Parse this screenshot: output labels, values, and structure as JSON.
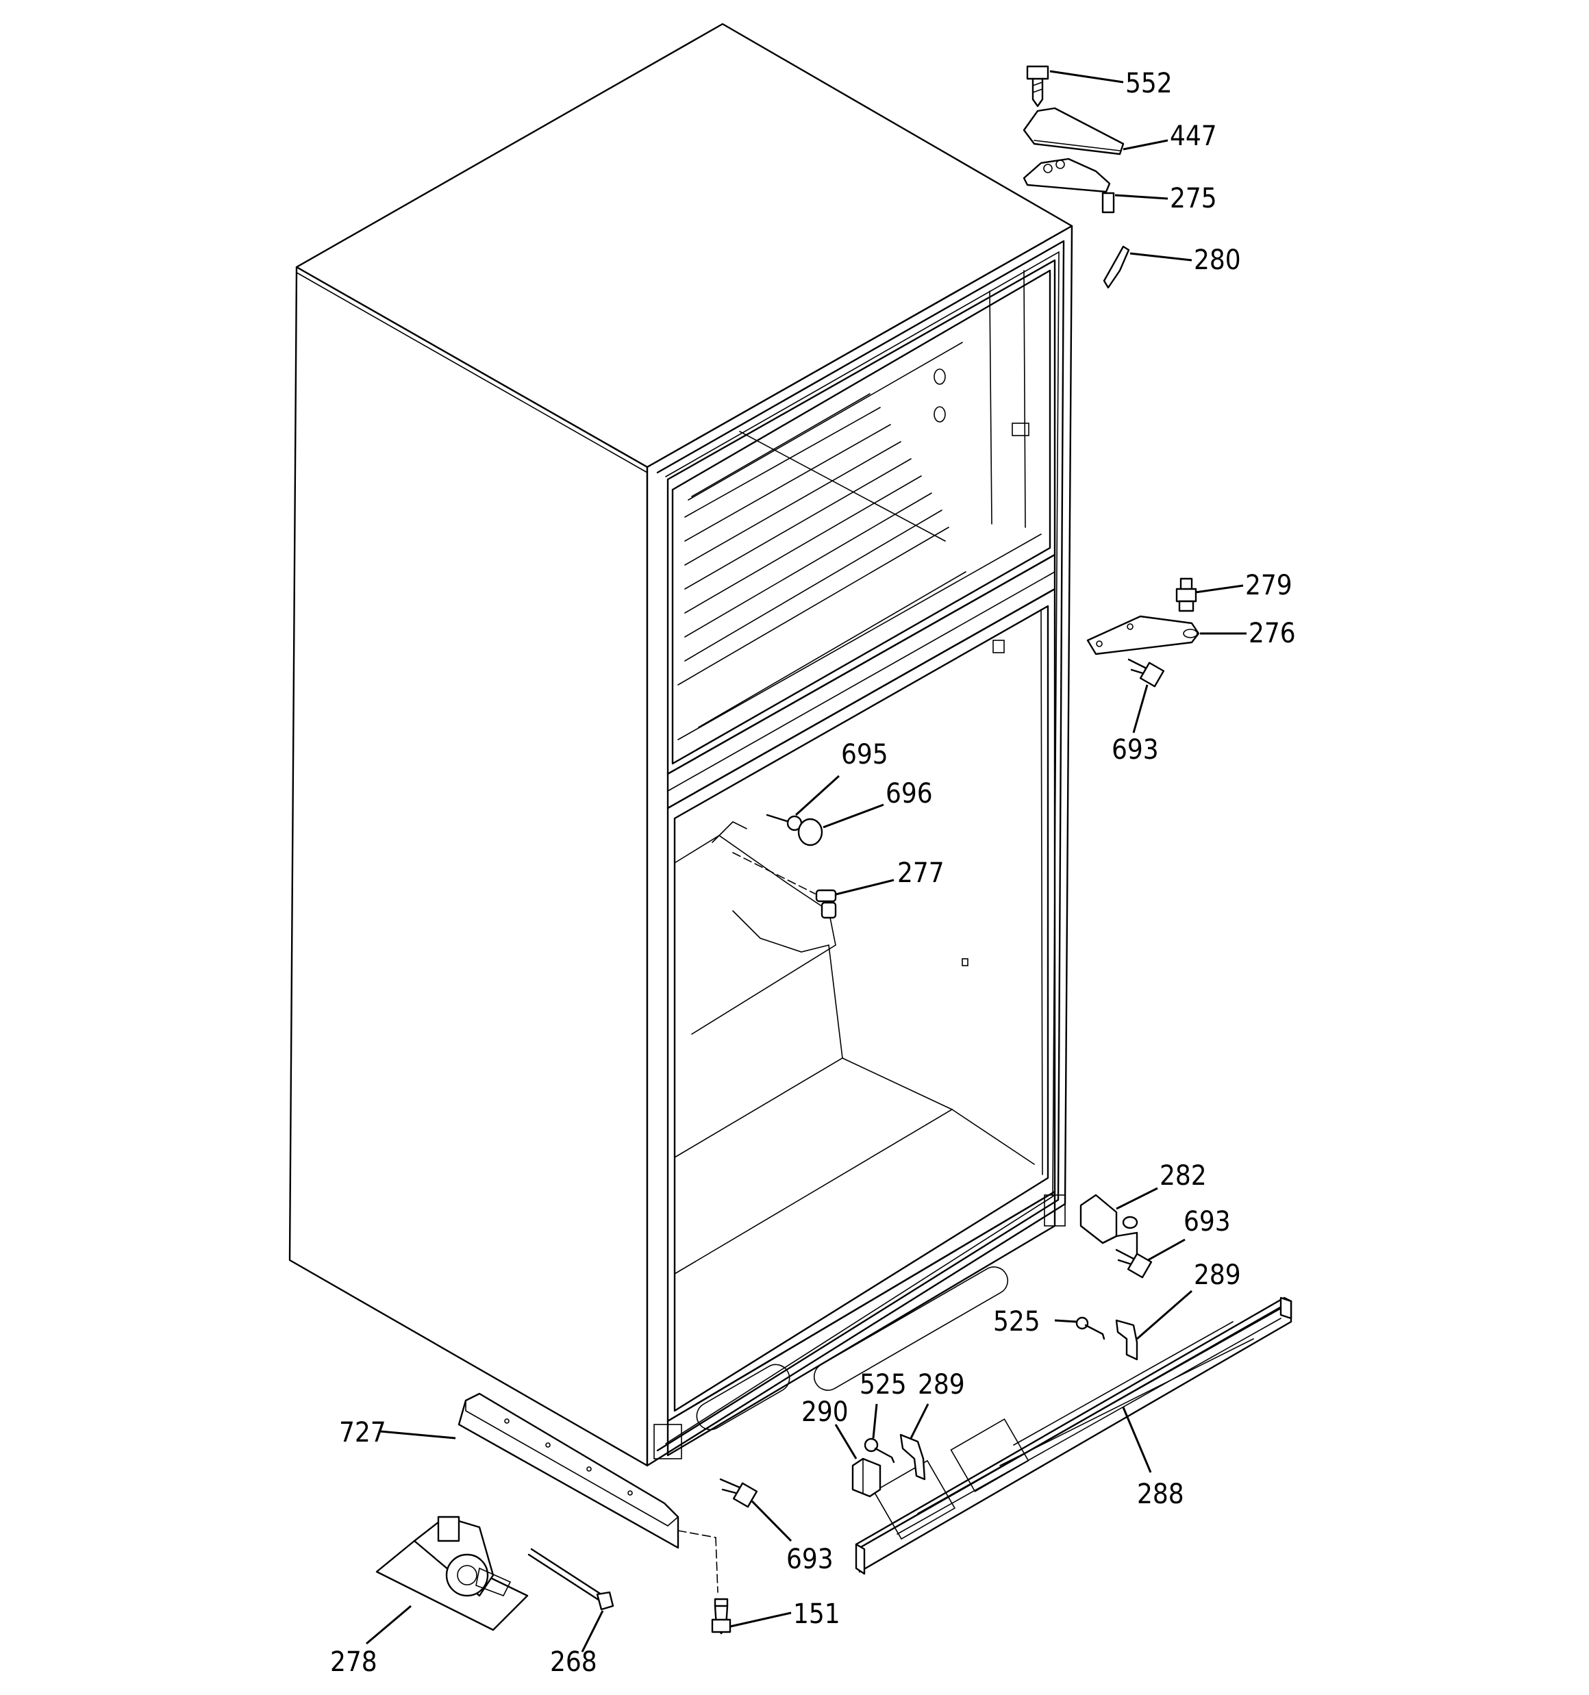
{
  "callouts": [
    {
      "id": "c552",
      "label": "552"
    },
    {
      "id": "c447",
      "label": "447"
    },
    {
      "id": "c275",
      "label": "275"
    },
    {
      "id": "c280",
      "label": "280"
    },
    {
      "id": "c279",
      "label": "279"
    },
    {
      "id": "c276",
      "label": "276"
    },
    {
      "id": "c693a",
      "label": "693"
    },
    {
      "id": "c695",
      "label": "695"
    },
    {
      "id": "c696",
      "label": "696"
    },
    {
      "id": "c277",
      "label": "277"
    },
    {
      "id": "c282",
      "label": "282"
    },
    {
      "id": "c693b",
      "label": "693"
    },
    {
      "id": "c289a",
      "label": "289"
    },
    {
      "id": "c525a",
      "label": "525"
    },
    {
      "id": "c525b",
      "label": "525"
    },
    {
      "id": "c289b",
      "label": "289"
    },
    {
      "id": "c290",
      "label": "290"
    },
    {
      "id": "c288",
      "label": "288"
    },
    {
      "id": "c727",
      "label": "727"
    },
    {
      "id": "c693c",
      "label": "693"
    },
    {
      "id": "c151",
      "label": "151"
    },
    {
      "id": "c278",
      "label": "278"
    },
    {
      "id": "c268",
      "label": "268"
    }
  ]
}
